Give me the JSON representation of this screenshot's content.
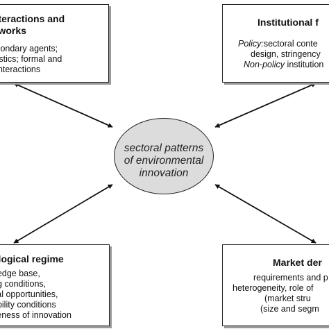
{
  "center": {
    "line1": "sectoral patterns",
    "line2": "of environmental",
    "line3": "innovation"
  },
  "top_left": {
    "title_line1": "Interactions and",
    "title_line2": "etworks",
    "line3": "secondary agents;",
    "line4": "teristics; formal and",
    "line5": "al interactions"
  },
  "top_right": {
    "title": "Institutional f",
    "line2_italic": "Policy:",
    "line2_rest": "sectoral conte",
    "line3": "design, stringency",
    "line4_italic": "Non-policy",
    "line4_rest": " institution"
  },
  "bottom_left": {
    "title": "ological regime",
    "line2": "rledge base,",
    "line3": "ng conditions,",
    "line4": "cal opportunities,",
    "line5": "ability conditions",
    "line6": "veness of innovation"
  },
  "bottom_right": {
    "title": "Market der",
    "line2": "requirements and p",
    "line3": "heterogeneity, role of",
    "line4": "(market stru",
    "line5": "(size and segm"
  },
  "colors": {
    "ellipse_fill": "#dcdcdc",
    "stroke": "#222222",
    "shadow": "#9a9a9a"
  }
}
